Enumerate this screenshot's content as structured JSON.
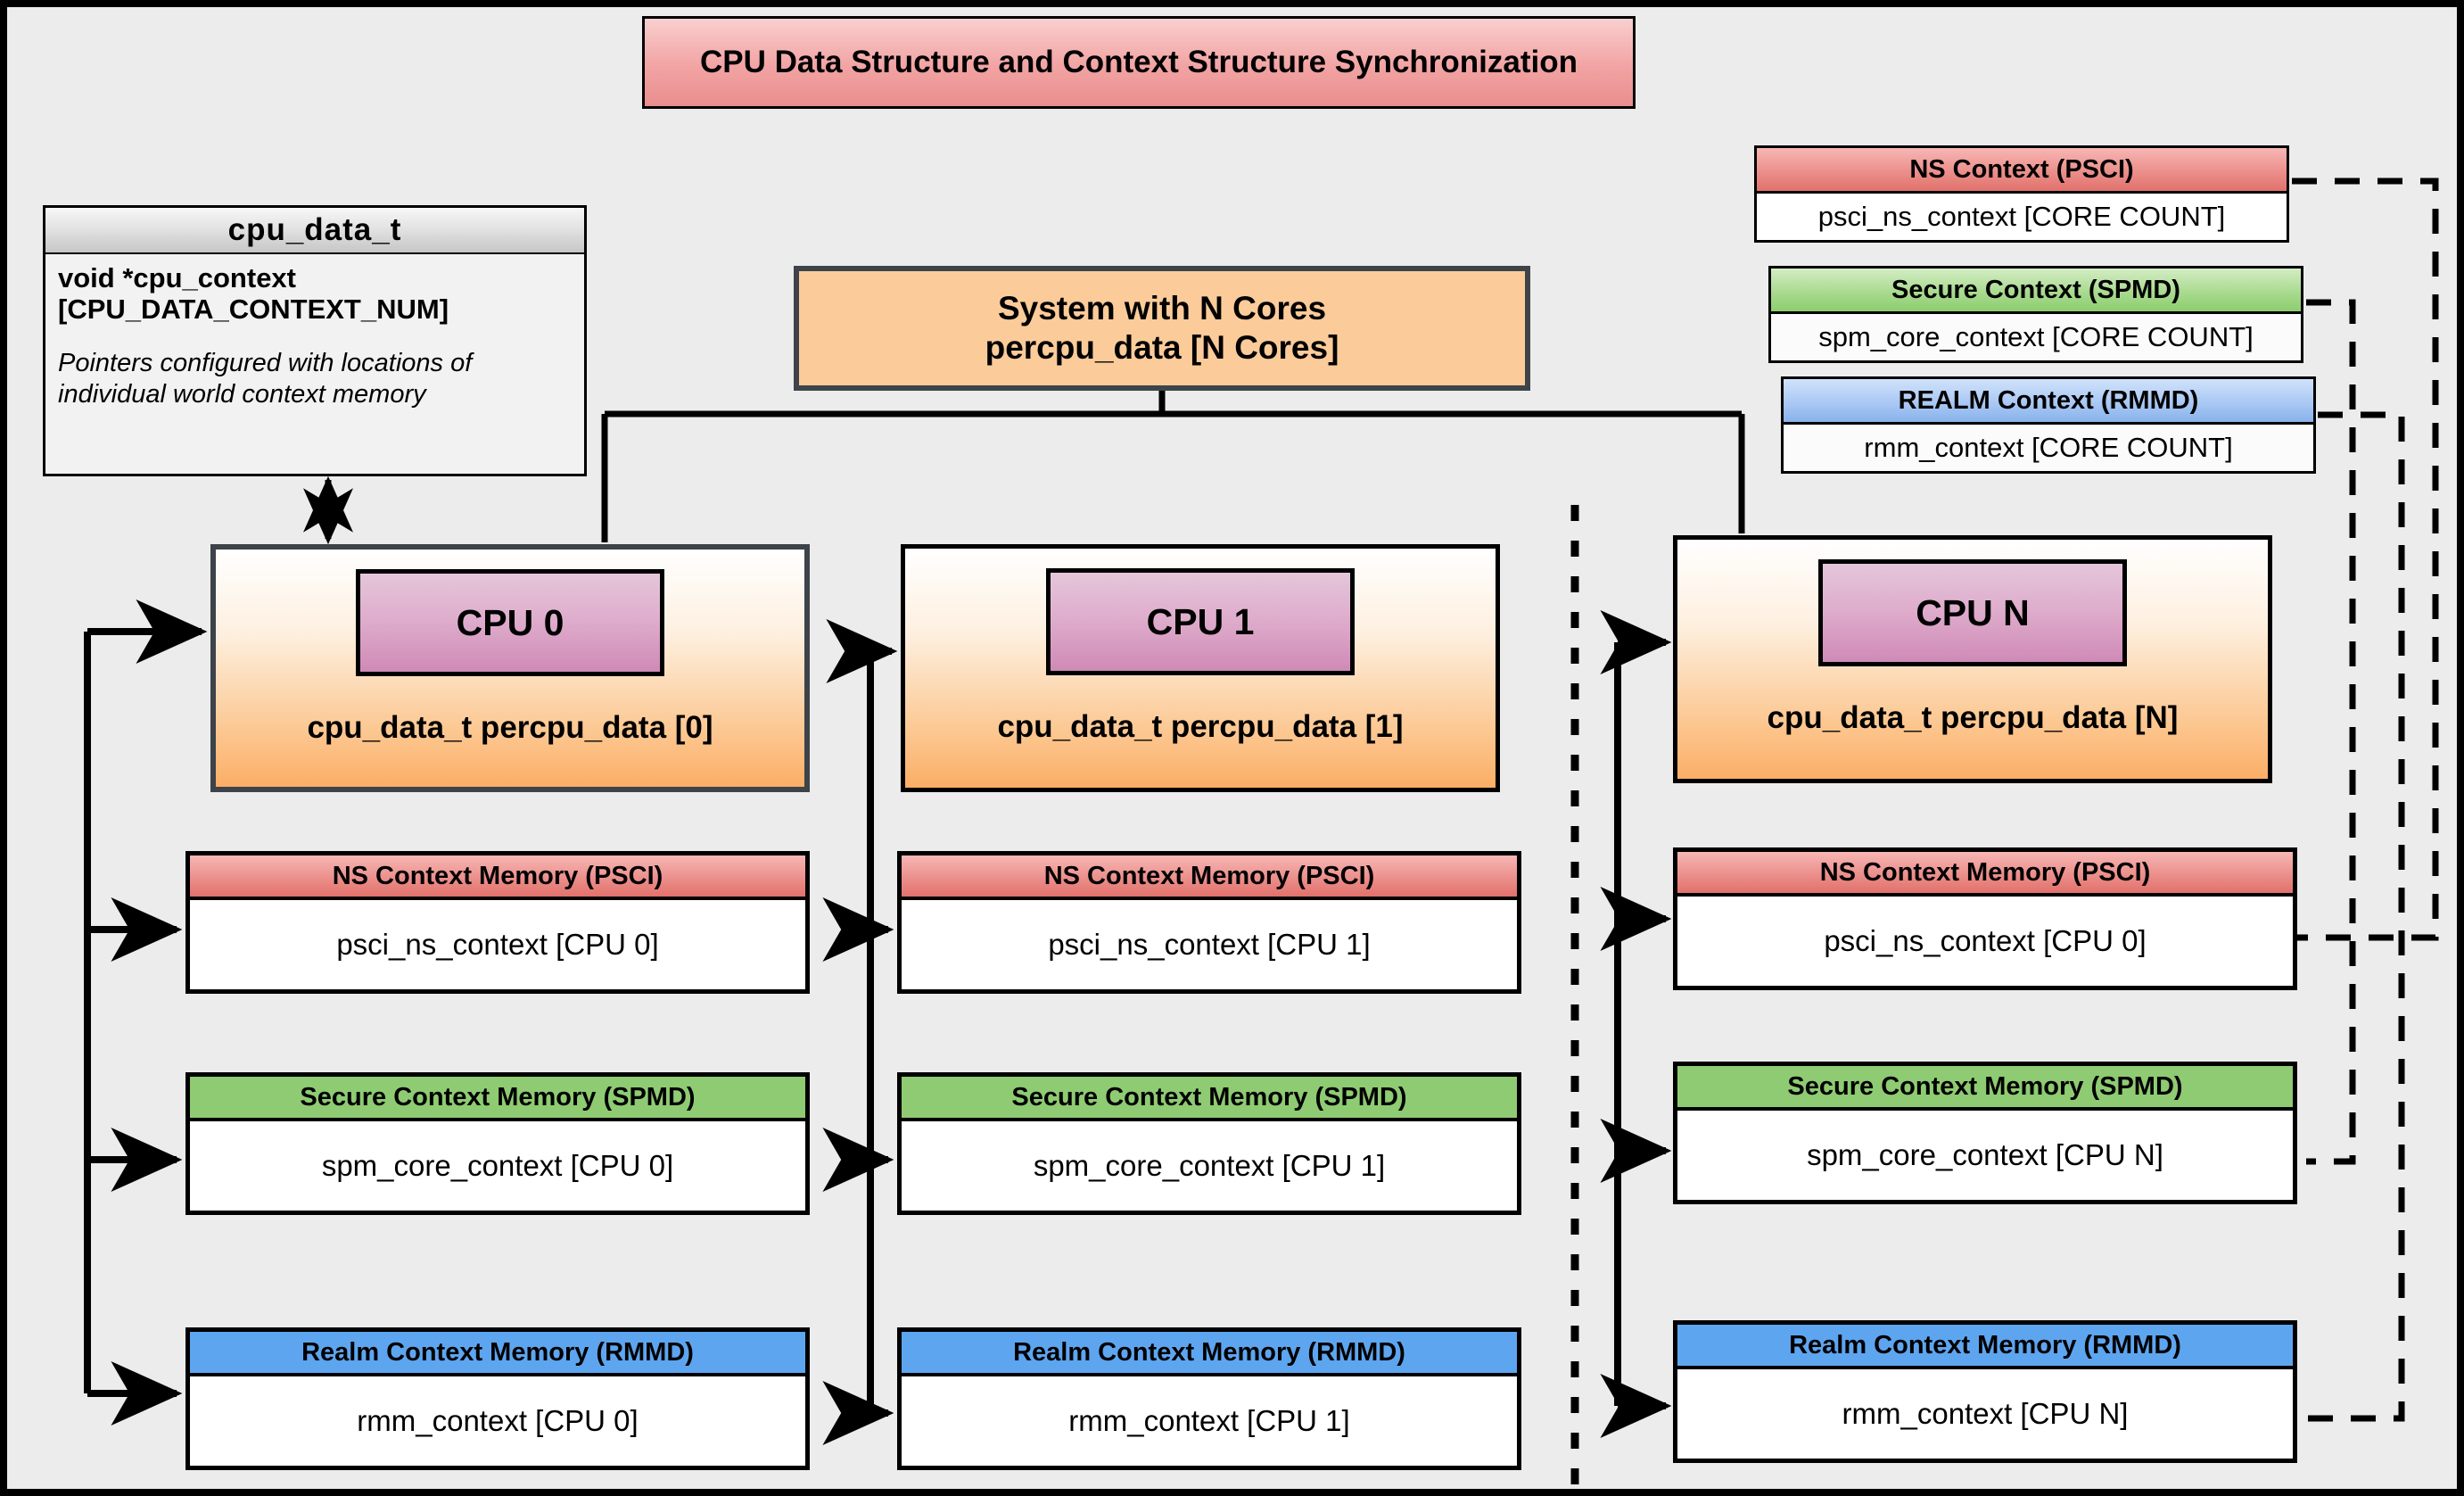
{
  "title": "CPU Data Structure and Context Structure Synchronization",
  "cpu_data_t": {
    "header": "cpu_data_t",
    "declaration": "void  *cpu_context [CPU_DATA_CONTEXT_NUM]",
    "note": "Pointers configured with locations of individual world context memory"
  },
  "system": {
    "line1": "System with N Cores",
    "line2": "percpu_data [N Cores]"
  },
  "global_contexts": [
    {
      "header": "NS Context  (PSCI)",
      "body": "psci_ns_context [CORE COUNT]",
      "color": "#ef8b87"
    },
    {
      "header": "Secure Context (SPMD)",
      "body": "spm_core_context [CORE COUNT]",
      "color": "#8ecb72"
    },
    {
      "header": "REALM Context (RMMD)",
      "body": "rmm_context [CORE COUNT]",
      "color": "#5ea5f0"
    }
  ],
  "cpus": [
    {
      "chip": "CPU 0",
      "label": "cpu_data_t percpu_data [0]",
      "contexts": [
        {
          "header": "NS Context Memory (PSCI)",
          "body": "psci_ns_context [CPU 0]"
        },
        {
          "header": "Secure Context Memory (SPMD)",
          "body": "spm_core_context [CPU 0]"
        },
        {
          "header": "Realm Context Memory (RMMD)",
          "body": "rmm_context [CPU 0]"
        }
      ]
    },
    {
      "chip": "CPU 1",
      "label": "cpu_data_t percpu_data [1]",
      "contexts": [
        {
          "header": "NS Context Memory (PSCI)",
          "body": "psci_ns_context [CPU 1]"
        },
        {
          "header": "Secure Context Memory (SPMD)",
          "body": "spm_core_context [CPU 1]"
        },
        {
          "header": "Realm Context Memory (RMMD)",
          "body": "rmm_context [CPU 1]"
        }
      ]
    },
    {
      "chip": "CPU N",
      "label": "cpu_data_t percpu_data [N]",
      "contexts": [
        {
          "header": "NS Context Memory (PSCI)",
          "body": "psci_ns_context [CPU 0]"
        },
        {
          "header": "Secure Context Memory (SPMD)",
          "body": "spm_core_context [CPU N]"
        },
        {
          "header": "Realm Context Memory (RMMD)",
          "body": "rmm_context [CPU N]"
        }
      ]
    }
  ],
  "colors": {
    "ns": "#ef8b87",
    "secure": "#8ecb72",
    "realm": "#5ea5f0",
    "cpu_chip": "#cf8ab6",
    "cpu_body": "#fbae66",
    "title": "#e98e8e",
    "canvas": "#ececec"
  }
}
